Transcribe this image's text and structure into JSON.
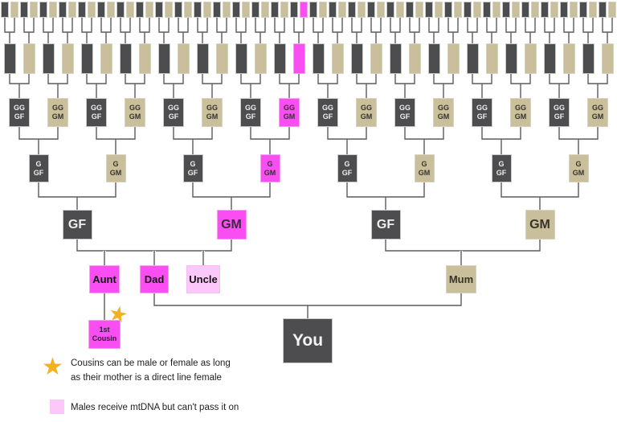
{
  "colors": {
    "male": "#4d4c4e",
    "female": "#c9c09b",
    "mtdna_line": "#f94ef2",
    "mtdna_receiver": "#fcc8f9",
    "star": "#f2b11e",
    "connector": "#5c5c5c"
  },
  "icons": {
    "star": "★"
  },
  "rows": {
    "gen1": {
      "count": 64,
      "mtdna_index": 31
    },
    "gen2": {
      "count": 32,
      "mtdna_index": 15
    },
    "gen3": {
      "count": 16,
      "mtdna_index": 7,
      "male_label": [
        "GG",
        "GF"
      ],
      "female_label": [
        "GG",
        "GM"
      ]
    },
    "gen4": {
      "count": 8,
      "mtdna_index": 3,
      "male_label": [
        "G",
        "GF"
      ],
      "female_label": [
        "G",
        "GM"
      ]
    },
    "gen5": {
      "count": 4,
      "mtdna_index": 1,
      "male_label": "GF",
      "female_label": "GM"
    }
  },
  "family": {
    "aunt": {
      "label": "Aunt",
      "color_key": "mtdna_line"
    },
    "dad": {
      "label": "Dad",
      "color_key": "mtdna_line"
    },
    "uncle": {
      "label": "Uncle",
      "color_key": "mtdna_receiver"
    },
    "mum": {
      "label": "Mum",
      "color_key": "female"
    },
    "cousin": {
      "label": [
        "1st",
        "Cousin"
      ],
      "color_key": "mtdna_line"
    },
    "you": {
      "label": "You",
      "color_key": "male"
    }
  },
  "legend": [
    {
      "symbol": "star",
      "lines": [
        "Cousins can be male or female as long",
        "as their mother is a direct line female"
      ]
    },
    {
      "symbol": "mtdna-receiver-swatch",
      "lines": [
        "Males receive mtDNA but can't pass it on"
      ]
    }
  ]
}
